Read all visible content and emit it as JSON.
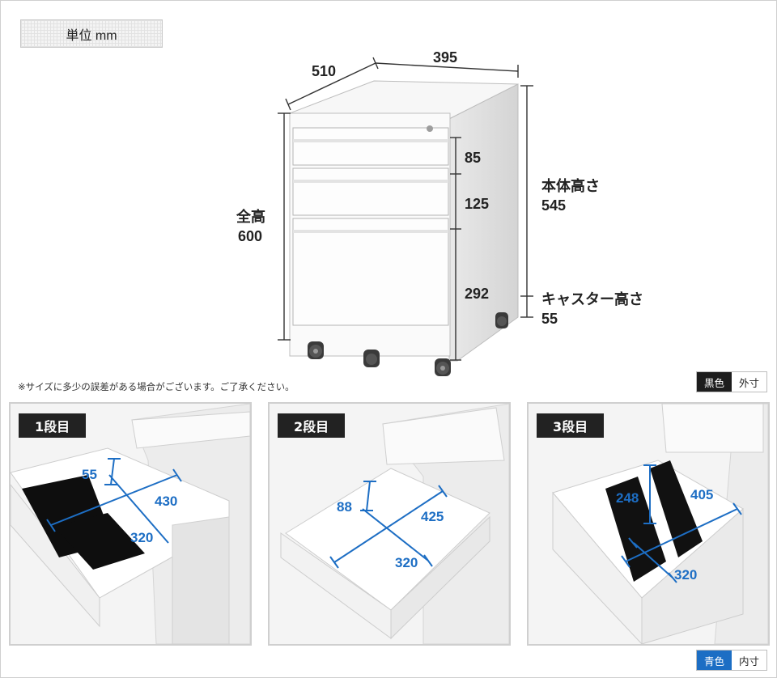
{
  "unit_badge": "単位 mm",
  "main": {
    "depth": "510",
    "width": "395",
    "drawer1_height": "85",
    "drawer2_height": "125",
    "drawer3_height": "292",
    "total_height_label": "全高",
    "total_height_value": "600",
    "body_height_label": "本体高さ",
    "body_height_value": "545",
    "caster_height_label": "キャスター高さ",
    "caster_height_value": "55"
  },
  "note": "※サイズに多少の誤差がある場合がございます。ご了承ください。",
  "legend_outer": {
    "key": "黒色",
    "value": "外寸"
  },
  "legend_inner": {
    "key": "青色",
    "value": "内寸"
  },
  "panels": [
    {
      "label": "1段目",
      "dims": [
        "55",
        "430",
        "320"
      ]
    },
    {
      "label": "2段目",
      "dims": [
        "88",
        "425",
        "320"
      ]
    },
    {
      "label": "3段目",
      "dims": [
        "248",
        "405",
        "320"
      ]
    }
  ],
  "colors": {
    "outer_dim": "#222222",
    "inner_dim": "#1d6ec4"
  }
}
